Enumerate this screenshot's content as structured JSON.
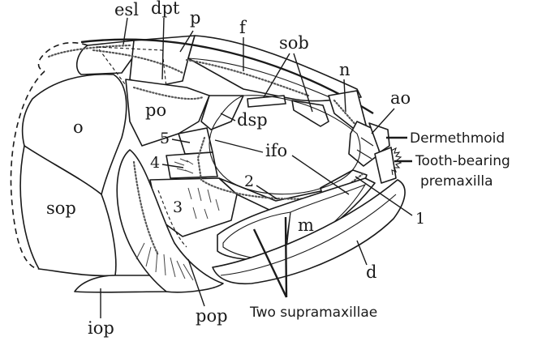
{
  "labels": {
    "esl": "esl",
    "dpt": "dpt",
    "p": "p",
    "f": "f",
    "sob": "sob",
    "n": "n",
    "ao": "ao",
    "dermethmoid": "Dermethmoid",
    "tooth_bearing": "Tooth-bearing",
    "premaxilla": "premaxilla",
    "po": "po",
    "o": "o",
    "dsp": "dsp",
    "five": "5",
    "ifo": "ifo",
    "four": "4",
    "two": "2",
    "one": "1",
    "three": "3",
    "m": "m",
    "sop": "sop",
    "d": "d",
    "two_supramaxillae": "Two supramaxillae",
    "iop": "iop",
    "pop": "pop"
  }
}
